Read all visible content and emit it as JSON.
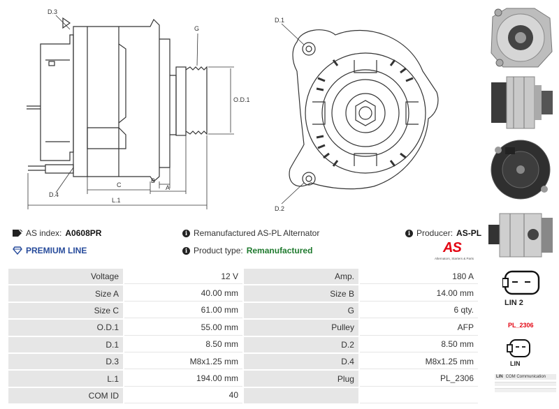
{
  "drawings": {
    "side": {
      "d3": "D.3",
      "d4": "D.4",
      "g": "G",
      "od1": "O.D.1",
      "a": "A",
      "b": "B",
      "c": "C",
      "l1": "L.1"
    },
    "front": {
      "d1": "D.1",
      "d2": "D.2"
    }
  },
  "info": {
    "as_index_label": "AS index:",
    "as_index_value": "A0608PR",
    "premium_line": "PREMIUM LINE",
    "title": "Remanufactured AS-PL Alternator",
    "product_type_label": "Product type:",
    "product_type_value": "Remanufactured",
    "producer_label": "Producer:",
    "producer_value": "AS-PL"
  },
  "brand": {
    "logo": "AS",
    "tagline": "Alternators, Starters & Parts"
  },
  "specs": [
    {
      "l1": "Voltage",
      "v1": "12 V",
      "l2": "Amp.",
      "v2": "180 A"
    },
    {
      "l1": "Size A",
      "v1": "40.00 mm",
      "l2": "Size B",
      "v2": "14.00 mm"
    },
    {
      "l1": "Size C",
      "v1": "61.00 mm",
      "l2": "G",
      "v2": "6 qty."
    },
    {
      "l1": "O.D.1",
      "v1": "55.00 mm",
      "l2": "Pulley",
      "v2": "AFP"
    },
    {
      "l1": "D.1",
      "v1": "8.50 mm",
      "l2": "D.2",
      "v2": "8.50 mm"
    },
    {
      "l1": "D.3",
      "v1": "M8x1.25 mm",
      "l2": "D.4",
      "v2": "M8x1.25 mm"
    },
    {
      "l1": "L.1",
      "v1": "194.00 mm",
      "l2": "Plug",
      "v2": "PL_2306"
    },
    {
      "l1": "COM ID",
      "v1": "40",
      "l2": "",
      "v2": ""
    }
  ],
  "connectors": {
    "lin2": "LIN 2",
    "plug_code": "PL_2306",
    "lin": "LIN"
  },
  "legend": {
    "code": "LIN",
    "text": "COM Communication"
  },
  "colors": {
    "accent_red": "#e30613",
    "premium_blue": "#274b9b",
    "type_green": "#1f7a2e",
    "label_bg": "#e6e6e6"
  }
}
